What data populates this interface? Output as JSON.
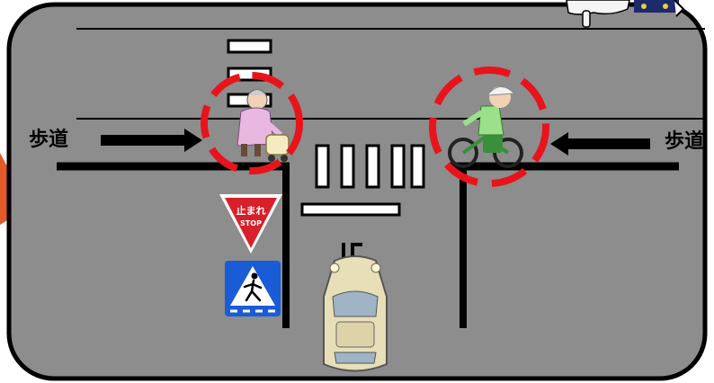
{
  "labels": {
    "sidewalk_left": "歩道",
    "sidewalk_right": "歩道",
    "stop_sign_top": "止まれ",
    "stop_sign_bottom": "STOP"
  },
  "colors": {
    "road": "#8d8d8d",
    "frame": "#000000",
    "warning_circle": "#e8141c",
    "stop_sign": "#d8202a",
    "crosswalk_sign": "#1a5bd6",
    "left_tab": "#e05a2a"
  },
  "icons": {
    "elderly_pedestrian": "elderly-woman-with-cart-icon",
    "cyclist": "child-cyclist-with-helmet-icon",
    "car": "car-top-view-icon",
    "stop_sign": "stop-sign-icon",
    "crosswalk_sign": "pedestrian-crossing-sign-icon",
    "pointing_hand": "pointing-hand-icon",
    "turn_arrow": "turn-arrow-road-marking-icon"
  }
}
